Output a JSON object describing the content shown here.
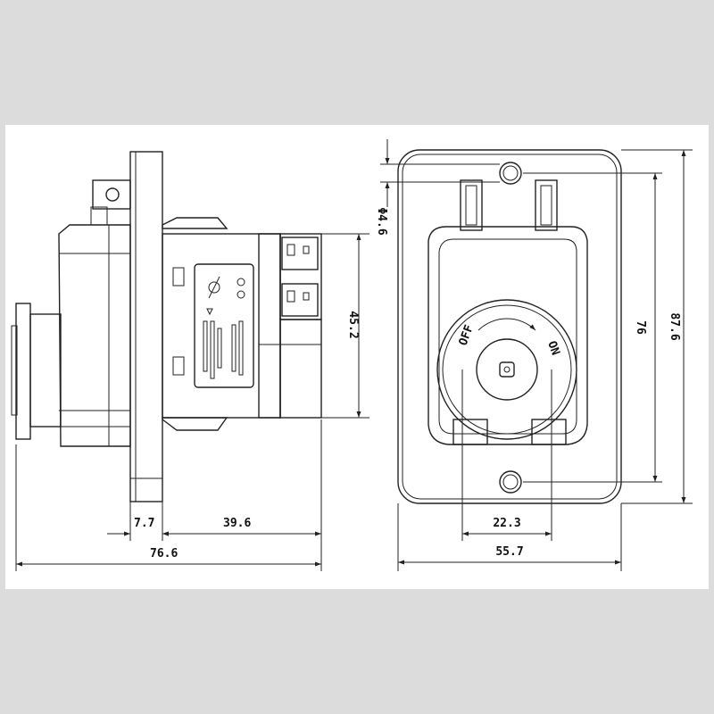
{
  "dimensions": {
    "flange_thickness": "7.7",
    "body_depth": "39.6",
    "overall_depth": "76.6",
    "terminal_height": "45.2",
    "hole_diameter": "Φ4.6",
    "hole_spacing": "76",
    "overall_height": "87.6",
    "button_diameter": "22.3",
    "overall_width": "55.7"
  },
  "button_labels": {
    "off": "OFF",
    "on": "ON"
  },
  "colors": {
    "line": "#222222",
    "background": "#ffffff",
    "frame": "#dcdcdc"
  }
}
